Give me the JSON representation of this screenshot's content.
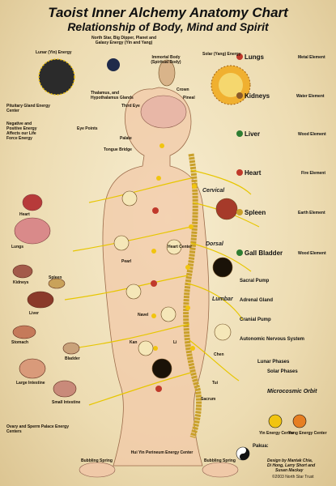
{
  "title": "Taoist Inner Alchemy Anatomy Chart",
  "subtitle": "Relationship of Body, Mind and Spirit",
  "top_labels": {
    "lunar": "Lunar (Yin) Energy",
    "north_star": "North Star, Big Dipper, Planet and Galaxy Energy (Yin and Yang)",
    "immortal": "Immortal Body (Spiritual Body)",
    "solar": "Solar (Yang) Energy",
    "crown": "Crown",
    "pineal": "Pineal",
    "third_eye": "Third Eye",
    "palate": "Palate",
    "thalamus": "Thalamus, and Hypothalamus Glands",
    "pituitary": "Pituitary Gland Energy Center",
    "eye_points": "Eye Points",
    "tongue": "Tongue Bridge",
    "heart_center": "Heart Center",
    "cervical": "Cervical",
    "dorsal": "Dorsal",
    "lumbar": "Lumbar",
    "navel": "Navel",
    "pearl": "Pearl",
    "kan": "Kan",
    "li": "Li",
    "chen": "Chen",
    "tui": "Tui",
    "sacrum": "Sacrum",
    "hui_yin": "Hui Yin Perineum Energy Center",
    "bubbling_left": "Bubbling Spring",
    "bubbling_right": "Bubbling Spring",
    "ovary_sperm": "Ovary and Sperm Palace Energy Centers",
    "negative_energy": "Negative and Positive Energy Affects our Life Force Energy"
  },
  "organs": [
    {
      "name": "Lungs",
      "element": "Metal Element"
    },
    {
      "name": "Kidneys",
      "element": "Water Element"
    },
    {
      "name": "Liver",
      "element": "Wood Element"
    },
    {
      "name": "Heart",
      "element": "Fire Element"
    },
    {
      "name": "Spleen",
      "element": "Earth Element"
    },
    {
      "name": "Gall Bladder",
      "element": "Wood Element"
    }
  ],
  "right_items": {
    "sacral": "Sacral Pump",
    "adrenal": "Adrenal Gland",
    "cranial": "Cranial Pump",
    "autonomic": "Autonomic Nervous System",
    "lunar_phases": "Lunar Phases",
    "solar_phases": "Solar Phases",
    "microcosmic": "Microcosmic Orbit",
    "yin_energy": "Yin Energy Center",
    "yang_energy": "Yang Energy Center",
    "pakua": "Pakua:"
  },
  "left_organs": {
    "lungs": "Lungs",
    "heart": "Heart",
    "spleen": "Spleen",
    "kidneys": "Kidneys",
    "liver": "Liver",
    "stomach": "Stomach",
    "bladder": "Bladder",
    "large_int": "Large Intestine",
    "small_int": "Small Intestine"
  },
  "credits": {
    "line1": "Design by Mantak Chia,",
    "line2": "Di Hong, Larry Short and",
    "line3": "Susan Mackay",
    "line4": "©2003 North Star Trust"
  },
  "colors": {
    "background": "#efe2bd",
    "spine": "#c9a02a",
    "nerve": "#e7c600",
    "title": "#101010",
    "dot_yellow": "#f1c40f",
    "dot_red": "#c0392b"
  },
  "icons": [
    "moon-icon",
    "sun-icon",
    "immortal-body-icon",
    "skeleton-figure-icon",
    "yin-yang-icon",
    "feet-icon"
  ]
}
